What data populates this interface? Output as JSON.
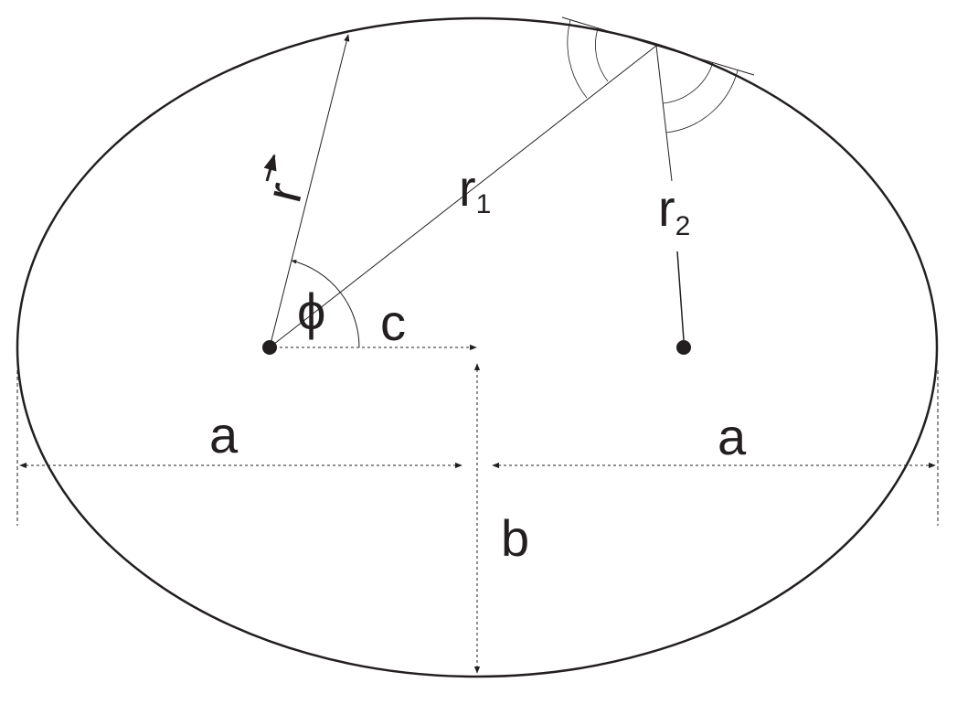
{
  "labels": {
    "semi_major_left": "a",
    "semi_major_right": "a",
    "semi_minor": "b",
    "focal_distance": "c",
    "angle": "ϕ",
    "radius_vector": "r",
    "r1_letter": "r",
    "r1_subscript": "1",
    "r2_letter": "r",
    "r2_subscript": "2"
  },
  "colors": {
    "stroke": "#231f20",
    "background": "#ffffff"
  }
}
